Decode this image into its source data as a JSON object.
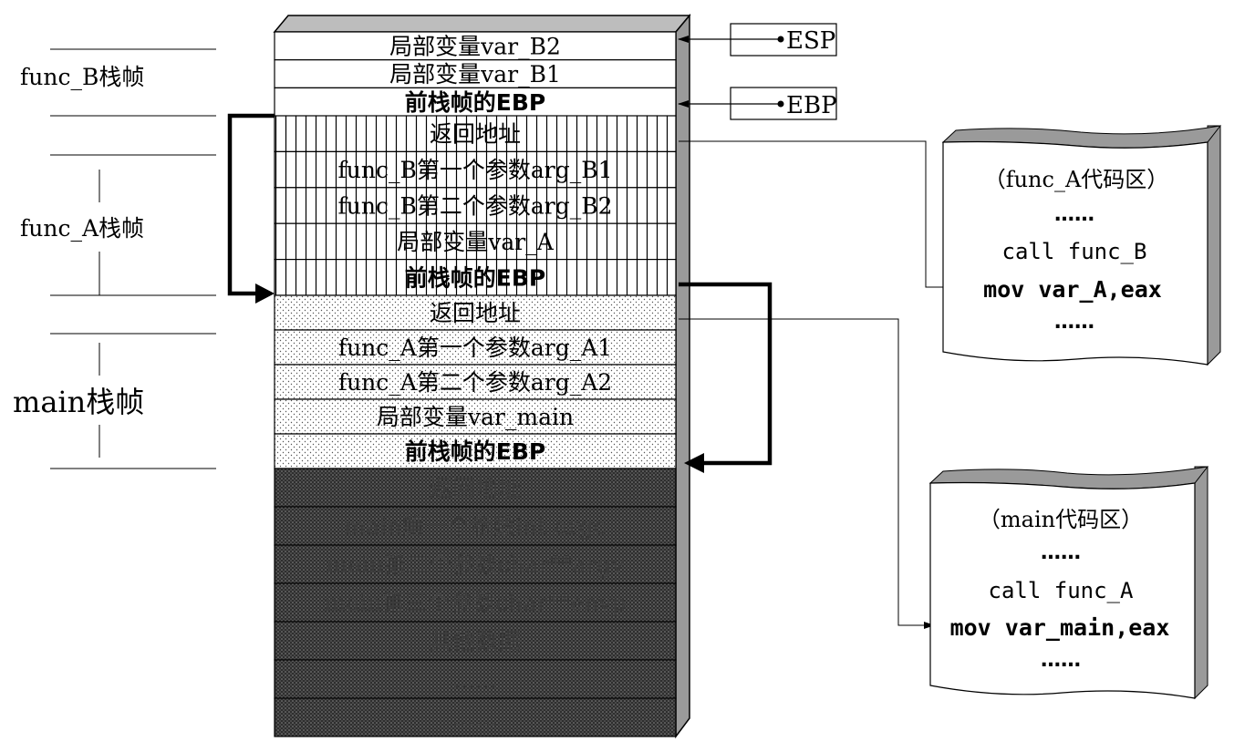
{
  "frames": {
    "func_b": "func_B栈帧",
    "func_a": "func_A栈帧",
    "main": "main栈帧"
  },
  "registers": {
    "esp": "ESP",
    "ebp": "EBP"
  },
  "stack": {
    "func_b": [
      "局部变量var_B2",
      "局部变量var_B1",
      "前栈帧的EBP"
    ],
    "func_a": [
      "返回地址",
      "func_B第一个参数arg_B1",
      "func_B第二个参数arg_B2",
      "局部变量var_A",
      "前栈帧的EBP"
    ],
    "main": [
      "返回地址",
      "func_A第一个参数arg_A1",
      "func_A第二个参数arg_A2",
      "局部变量var_main",
      "前栈帧的EBP"
    ],
    "caller": [
      "返回地址",
      "main第一个参数int argc",
      "main第二个参数char**argv",
      "main第三个参数char**envp",
      "其他数据",
      "……",
      "……"
    ]
  },
  "code_func_a": {
    "title": "（func_A代码区）",
    "dots1": "……",
    "call": "call func_B",
    "next": "mov var_A,eax",
    "dots2": "……"
  },
  "code_main": {
    "title": "（main代码区）",
    "dots1": "……",
    "call": "call func_A",
    "next": "mov var_main,eax",
    "dots2": "……"
  },
  "colors": {
    "stroke": "#000000",
    "side_face": "#9a9a9a",
    "top_face": "#bdbdbd",
    "caller_fill": "#3a3a3a"
  }
}
